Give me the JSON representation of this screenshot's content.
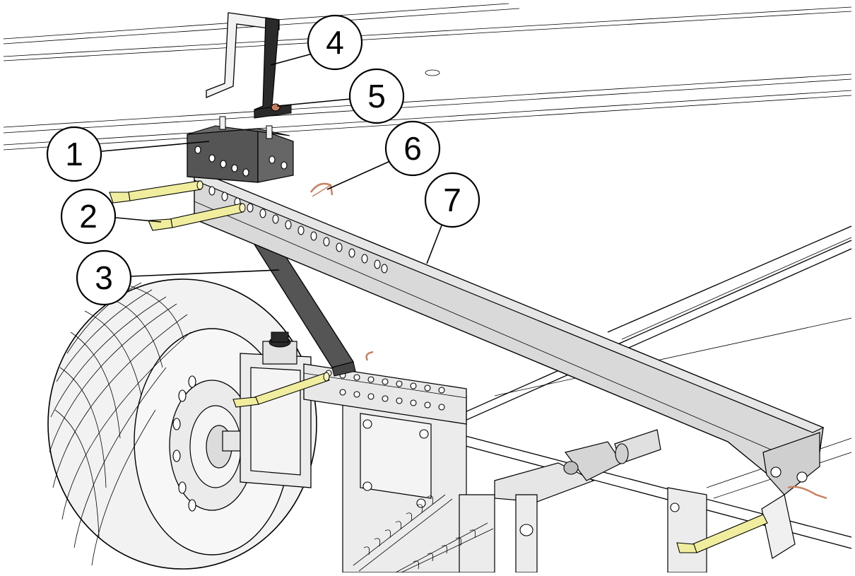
{
  "colors": {
    "light_part": "#d9d9d9",
    "frame": "#ececec",
    "dark_part": "#555555",
    "black_part": "#2a2a2a",
    "pin": "#f0ee9e",
    "clip": "#c98060",
    "tire": "#f2f2f2"
  },
  "callouts": [
    {
      "id": "1",
      "label": "1",
      "part": "mount-plate"
    },
    {
      "id": "2",
      "label": "2",
      "part": "hitch-pins"
    },
    {
      "id": "3",
      "label": "3",
      "part": "support-strut"
    },
    {
      "id": "4",
      "label": "4",
      "part": "bracket"
    },
    {
      "id": "5",
      "label": "5",
      "part": "bracket-fastener"
    },
    {
      "id": "6",
      "label": "6",
      "part": "hair-pin-clip"
    },
    {
      "id": "7",
      "label": "7",
      "part": "main-beam"
    }
  ]
}
